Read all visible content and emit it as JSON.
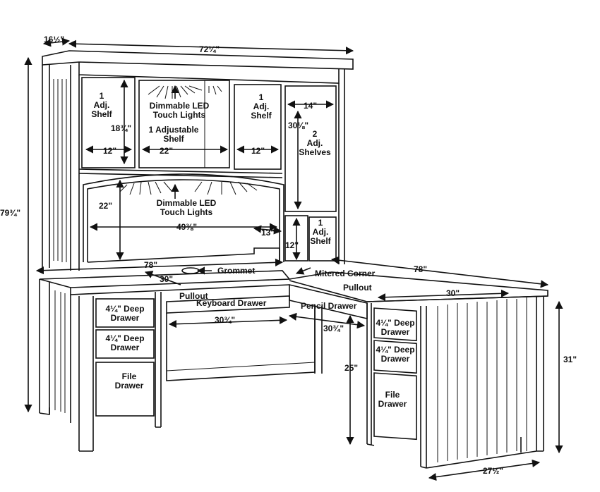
{
  "hutch": {
    "depth": "16½\"",
    "width": "72¼\"",
    "total_height": "79¾\"",
    "left_cabinet": {
      "shelf": "1\nAdj.\nShelf",
      "height": "18¾\"",
      "width": "12\""
    },
    "center_cabinet": {
      "lights": "Dimmable LED\nTouch Lights",
      "shelf": "1 Adjustable\nShelf",
      "width": "22\""
    },
    "right_cabinet": {
      "shelf": "1\nAdj.\nShelf",
      "width": "12\""
    },
    "tall_cabinet": {
      "width": "14\"",
      "height": "30⅛\"",
      "shelves": "2\nAdj.\nShelves"
    },
    "open_area": {
      "lights": "Dimmable LED\nTouch Lights",
      "height": "22\"",
      "width": "49⅜\"",
      "side_width": "13\""
    },
    "small_cabinet": {
      "height": "12\"",
      "shelf": "1\nAdj.\nShelf"
    }
  },
  "desk": {
    "left_width": "78\"",
    "right_width": "78\"",
    "depth_left": "30\"",
    "depth_right": "30\"",
    "height": "31\"",
    "pedestal_depth": "27½\"",
    "knee_height": "25\"",
    "grommet": "Grommet",
    "mitered_corner": "Mitered Corner",
    "pullout_left": "Pullout",
    "pullout_right": "Pullout",
    "keyboard_drawer": "Keyboard Drawer",
    "keyboard_width": "30¾\"",
    "pencil_drawer": "Pencil Drawer",
    "pencil_width": "30¾\"",
    "left_drawers": [
      "4¼\" Deep\nDrawer",
      "4¼\" Deep\nDrawer",
      "File\nDrawer"
    ],
    "right_drawers": [
      "4¼\" Deep\nDrawer",
      "4¼\" Deep\nDrawer",
      "File\nDrawer"
    ]
  }
}
